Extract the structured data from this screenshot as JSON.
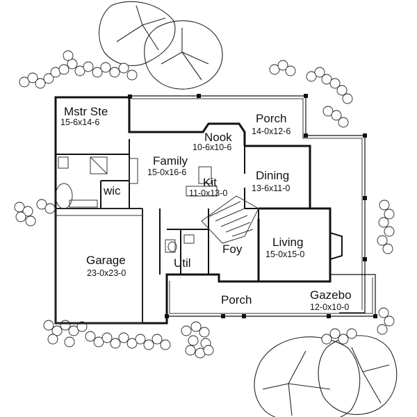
{
  "plan": {
    "rooms": [
      {
        "id": "mstr-ste",
        "name": "Mstr Ste",
        "dims": "15-6x14-6"
      },
      {
        "id": "nook",
        "name": "Nook",
        "dims": "10-6x10-6"
      },
      {
        "id": "porch-rear",
        "name": "Porch",
        "dims": "14-0x12-6"
      },
      {
        "id": "family",
        "name": "Family",
        "dims": "15-0x16-6"
      },
      {
        "id": "kit",
        "name": "Kit",
        "dims": "11-0x13-0"
      },
      {
        "id": "dining",
        "name": "Dining",
        "dims": "13-6x11-0"
      },
      {
        "id": "wic",
        "name": "wic",
        "dims": ""
      },
      {
        "id": "garage",
        "name": "Garage",
        "dims": "23-0x23-0"
      },
      {
        "id": "living",
        "name": "Living",
        "dims": "15-0x15-0"
      },
      {
        "id": "foy",
        "name": "Foy",
        "dims": ""
      },
      {
        "id": "util",
        "name": "Util",
        "dims": ""
      },
      {
        "id": "porch-front",
        "name": "Porch",
        "dims": ""
      },
      {
        "id": "gazebo",
        "name": "Gazebo",
        "dims": "12-0x10-0"
      }
    ]
  }
}
